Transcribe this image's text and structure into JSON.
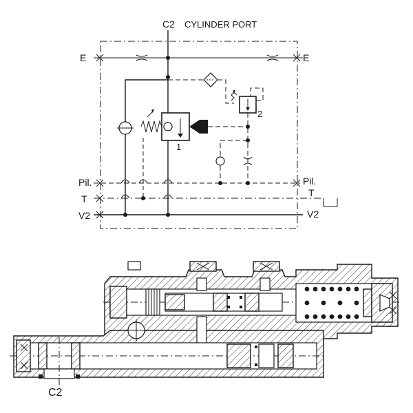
{
  "schematic": {
    "title": "CYLINDER PORT",
    "port_top": "C2",
    "port_e_left": "E",
    "port_e_right": "E",
    "port_pil_left": "Pil.",
    "port_pil_right": "Pil.",
    "port_t_left": "T",
    "port_t_right": "T",
    "port_v2_left": "V2",
    "port_v2_right": "V2",
    "valve_1": "1",
    "valve_2": "2"
  },
  "section": {
    "port_label": "C2"
  }
}
